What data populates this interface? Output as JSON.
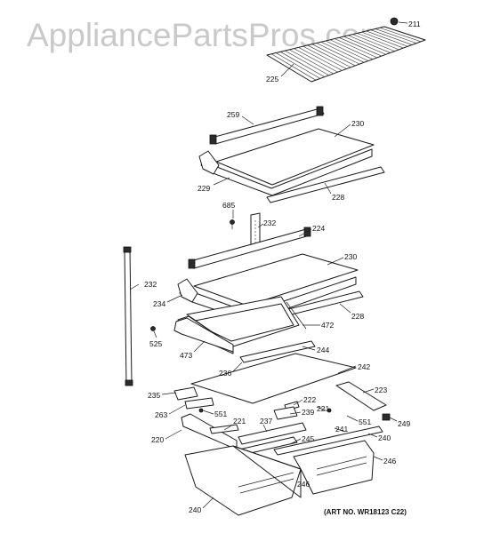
{
  "watermark": "AppliancePartsPros.com",
  "art_number": "(ART NO. WR18123 C22)",
  "callouts": [
    "211",
    "225",
    "259",
    "230",
    "229",
    "228",
    "685",
    "232",
    "224",
    "230",
    "232",
    "234",
    "228",
    "472",
    "525",
    "473",
    "244",
    "236",
    "242",
    "235",
    "223",
    "263",
    "222",
    "239",
    "221",
    "551",
    "221",
    "551",
    "249",
    "220",
    "237",
    "241",
    "240",
    "245",
    "246",
    "246",
    "240"
  ]
}
